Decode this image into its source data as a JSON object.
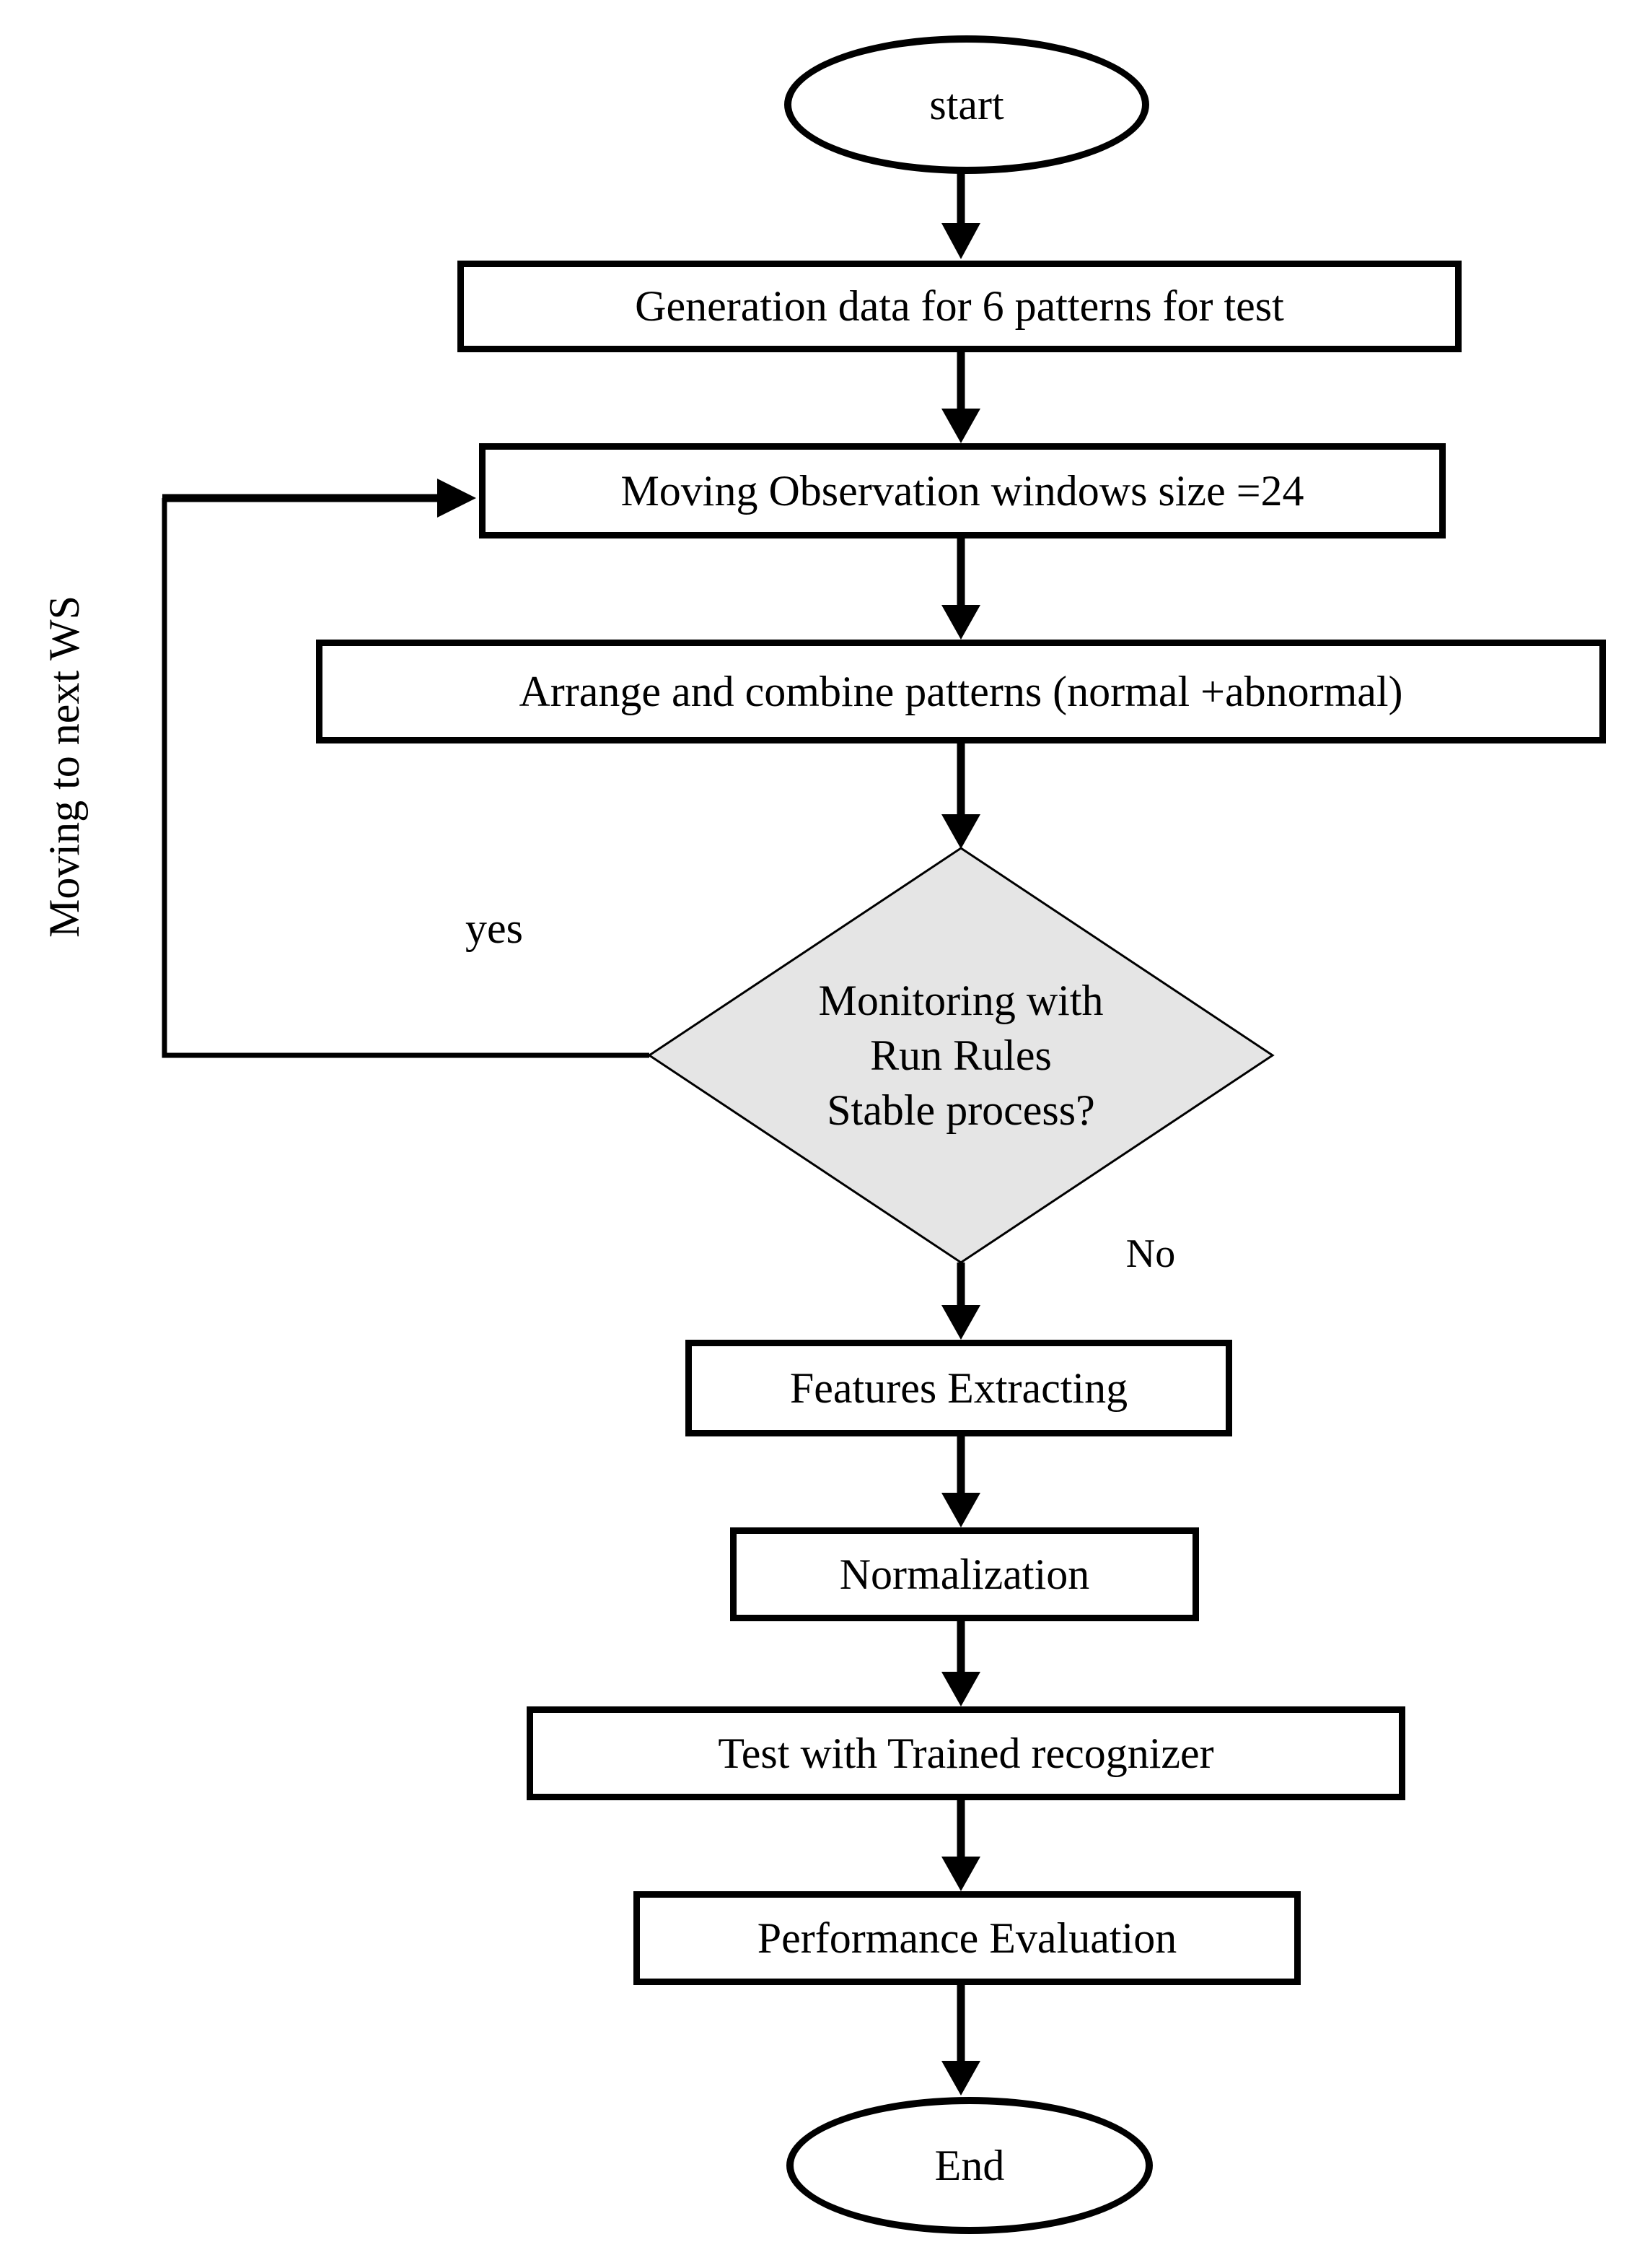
{
  "flowchart": {
    "background_color": "#ffffff",
    "stroke_color": "#000000",
    "decision_fill_color": "#e5e5e5",
    "nodes": [
      {
        "id": "start",
        "type": "terminator",
        "label": "start"
      },
      {
        "id": "generate-data",
        "type": "process",
        "label": "Generation data for 6 patterns for test"
      },
      {
        "id": "moving-window",
        "type": "process",
        "label": "Moving Observation windows size =24"
      },
      {
        "id": "arrange-combine",
        "type": "process",
        "label": "Arrange and combine patterns (normal +abnormal)"
      },
      {
        "id": "monitoring-decision",
        "type": "decision",
        "lines": [
          "Monitoring with",
          "Run Rules",
          "Stable process?"
        ]
      },
      {
        "id": "features-extracting",
        "type": "process",
        "label": "Features Extracting"
      },
      {
        "id": "normalization",
        "type": "process",
        "label": "Normalization"
      },
      {
        "id": "test-recognizer",
        "type": "process",
        "label": "Test with Trained recognizer"
      },
      {
        "id": "performance-evaluation",
        "type": "process",
        "label": "Performance Evaluation"
      },
      {
        "id": "end",
        "type": "terminator",
        "label": "End"
      }
    ],
    "labels": {
      "yes_branch": "yes",
      "no_branch": "No",
      "loop_note": "Moving to next WS"
    }
  }
}
